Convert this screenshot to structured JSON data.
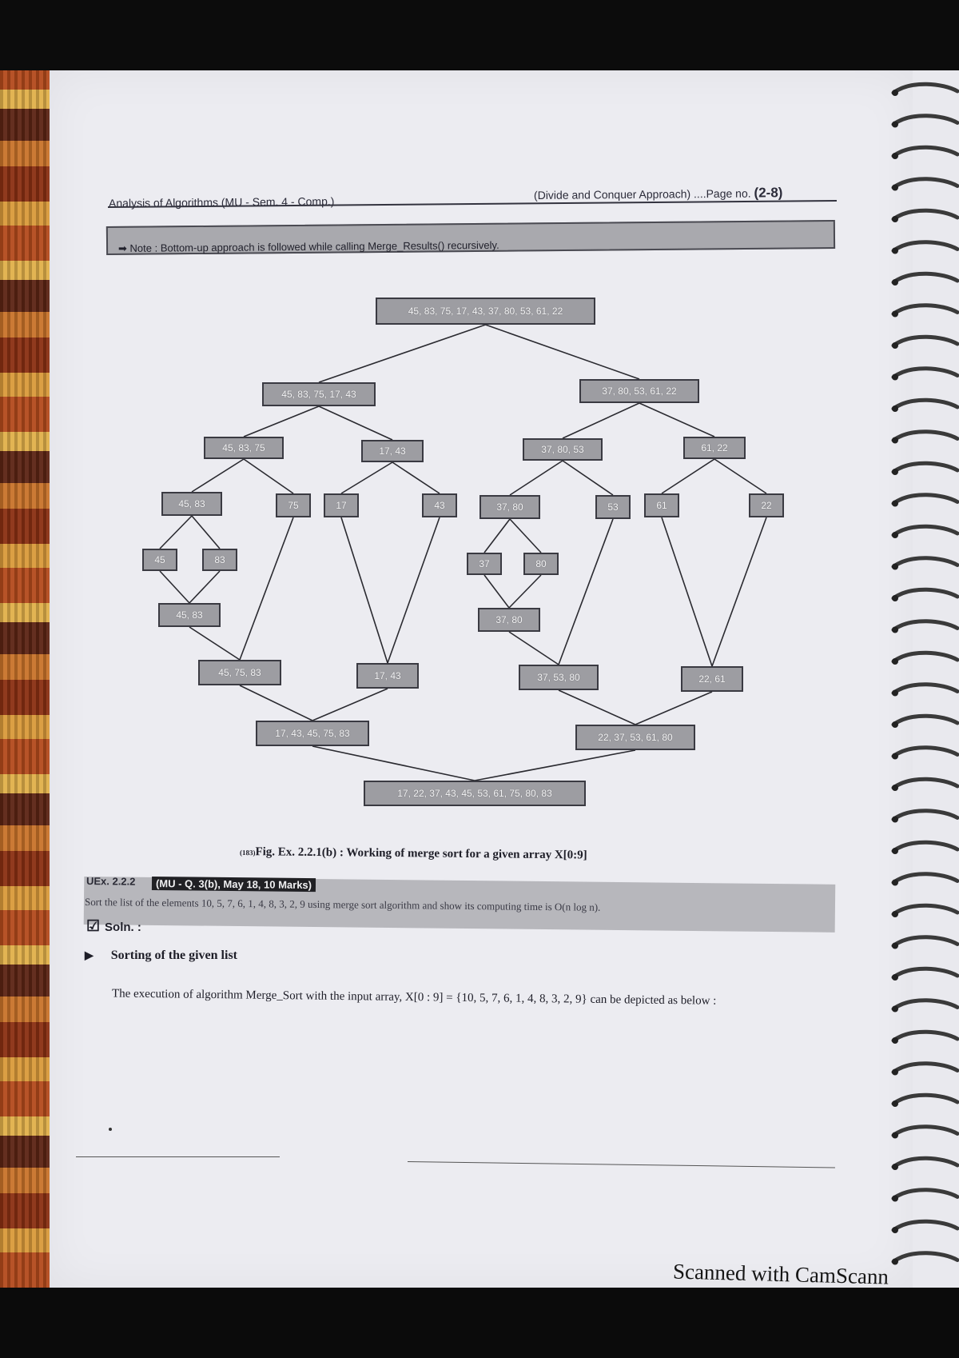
{
  "header": {
    "book_title": "Analysis of Algorithms (MU - Sem. 4 - Comp.)",
    "chapter_ref": "(Divide and Conquer Approach) ....Page no. ",
    "page_number": "(2-8)"
  },
  "note": {
    "text": "➡ Note :  Bottom-up approach is followed while calling Merge_Results() recursively."
  },
  "diagram": {
    "nodes": {
      "root": "45, 83, 75, 17, 43, 37, 80, 53, 61, 22",
      "l1_left": "45, 83, 75, 17, 43",
      "l1_right": "37, 80, 53, 61, 22",
      "l2_a": "45, 83, 75",
      "l2_b": "17, 43",
      "l2_c": "37, 80, 53",
      "l2_d": "61, 22",
      "l3_a": "45, 83",
      "l3_b": "75",
      "l3_c": "17",
      "l3_d": "43",
      "l3_e": "37, 80",
      "l3_f": "53",
      "l3_g": "61",
      "l3_h": "22",
      "l4_a": "45",
      "l4_b": "83",
      "l4_c": "37",
      "l4_d": "80",
      "m1_a": "45, 83",
      "m1_b": "37, 80",
      "m2_a": "45, 75, 83",
      "m2_b": "17, 43",
      "m2_c": "37, 53, 80",
      "m2_d": "22, 61",
      "m3_a": "17, 43, 45, 75, 83",
      "m3_b": "22, 37, 53, 61, 80",
      "final": "17, 22, 37, 43, 45, 53, 61, 75, 80, 83"
    }
  },
  "figure_caption": {
    "marker": "(183)",
    "text": "Fig. Ex. 2.2.1(b) : Working of merge sort for a given array X[0:9]"
  },
  "exercise": {
    "label": "UEx. 2.2.2",
    "tag": "(MU - Q. 3(b), May 18, 10 Marks)",
    "question": "Sort the list of the elements 10, 5, 7, 6, 1, 4, 8, 3, 2, 9 using merge sort algorithm and show its computing time is O(n log n).",
    "solution_label": "Soln. :",
    "section_heading": "Sorting of the given list",
    "body": "The execution of algorithm Merge_Sort with the input array, X[0 : 9] = {10, 5, 7, 6, 1, 4, 8, 3, 2, 9} can be depicted as below :"
  },
  "watermark": "Scanned with CamScann"
}
